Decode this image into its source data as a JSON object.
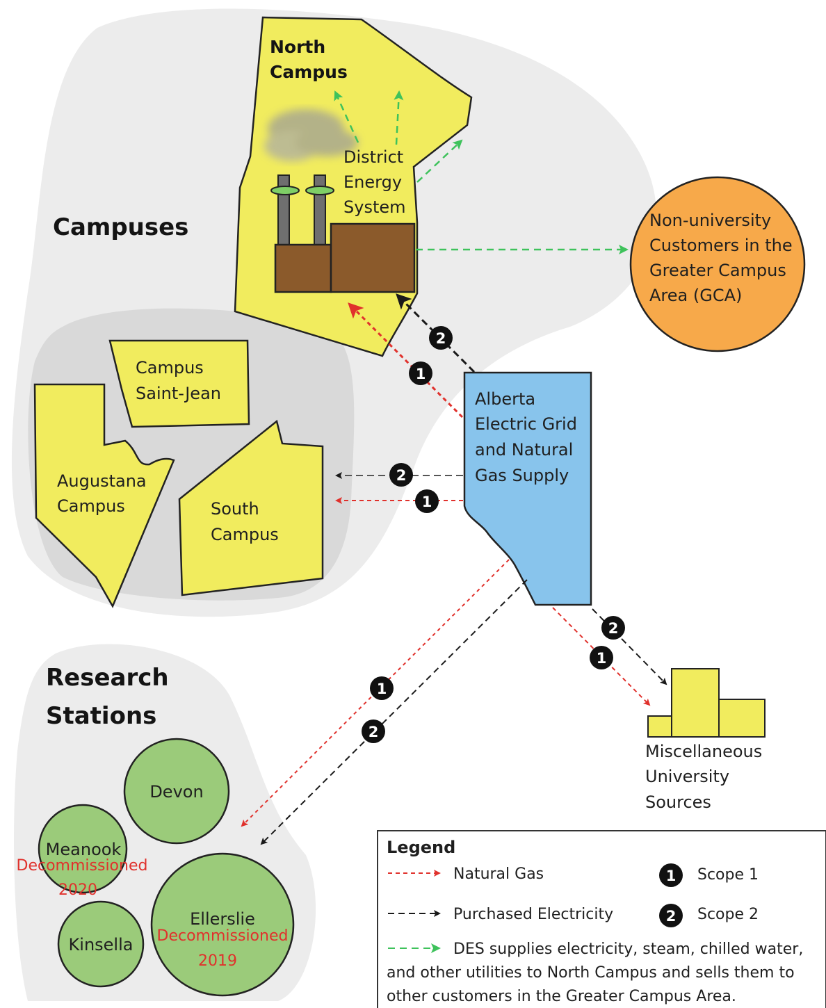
{
  "groups": {
    "campuses": "Campuses",
    "research_stations_line1": "Research",
    "research_stations_line2": "Stations"
  },
  "north_campus": {
    "line1": "North",
    "line2": "Campus",
    "des_line1": "District",
    "des_line2": "Energy",
    "des_line3": "System"
  },
  "campuses": {
    "saint_jean": [
      "Campus",
      "Saint-Jean"
    ],
    "augustana": [
      "Augustana",
      "Campus"
    ],
    "south": [
      "South",
      "Campus"
    ]
  },
  "gca": [
    "Non-university",
    "Customers in the",
    "Greater Campus",
    "Area (GCA)"
  ],
  "grid": [
    "Alberta",
    "Electric Grid",
    "and Natural",
    "Gas Supply"
  ],
  "misc": [
    "Miscellaneous",
    "University",
    "Sources"
  ],
  "stations": {
    "devon": "Devon",
    "meanook": "Meanook",
    "meanook_note1": "Decommissioned",
    "meanook_note2": "2020",
    "kinsella": "Kinsella",
    "ellerslie": "Ellerslie",
    "ellerslie_note1": "Decommissioned",
    "ellerslie_note2": "2019"
  },
  "scope_badges": {
    "one": "1",
    "two": "2"
  },
  "legend": {
    "title": "Legend",
    "natural_gas": "Natural Gas",
    "purchased_electricity": "Purchased Electricity",
    "scope1": "Scope 1",
    "scope2": "Scope 2",
    "des_line1": "DES supplies electricity, steam, chilled water,",
    "des_line2": "and other utilities to North Campus and sells them to",
    "des_line3": "other  customers in the Greater Campus Area."
  },
  "colors": {
    "campus_yellow": "#f1ec5e",
    "grid_blue": "#88c4ec",
    "gca_orange": "#f7a94a",
    "station_green": "#9bcb7a",
    "natural_gas_red": "#e0312c",
    "electricity_black": "#1a1a1a",
    "des_green": "#3ec25b",
    "building_brown": "#8b5a2b"
  }
}
